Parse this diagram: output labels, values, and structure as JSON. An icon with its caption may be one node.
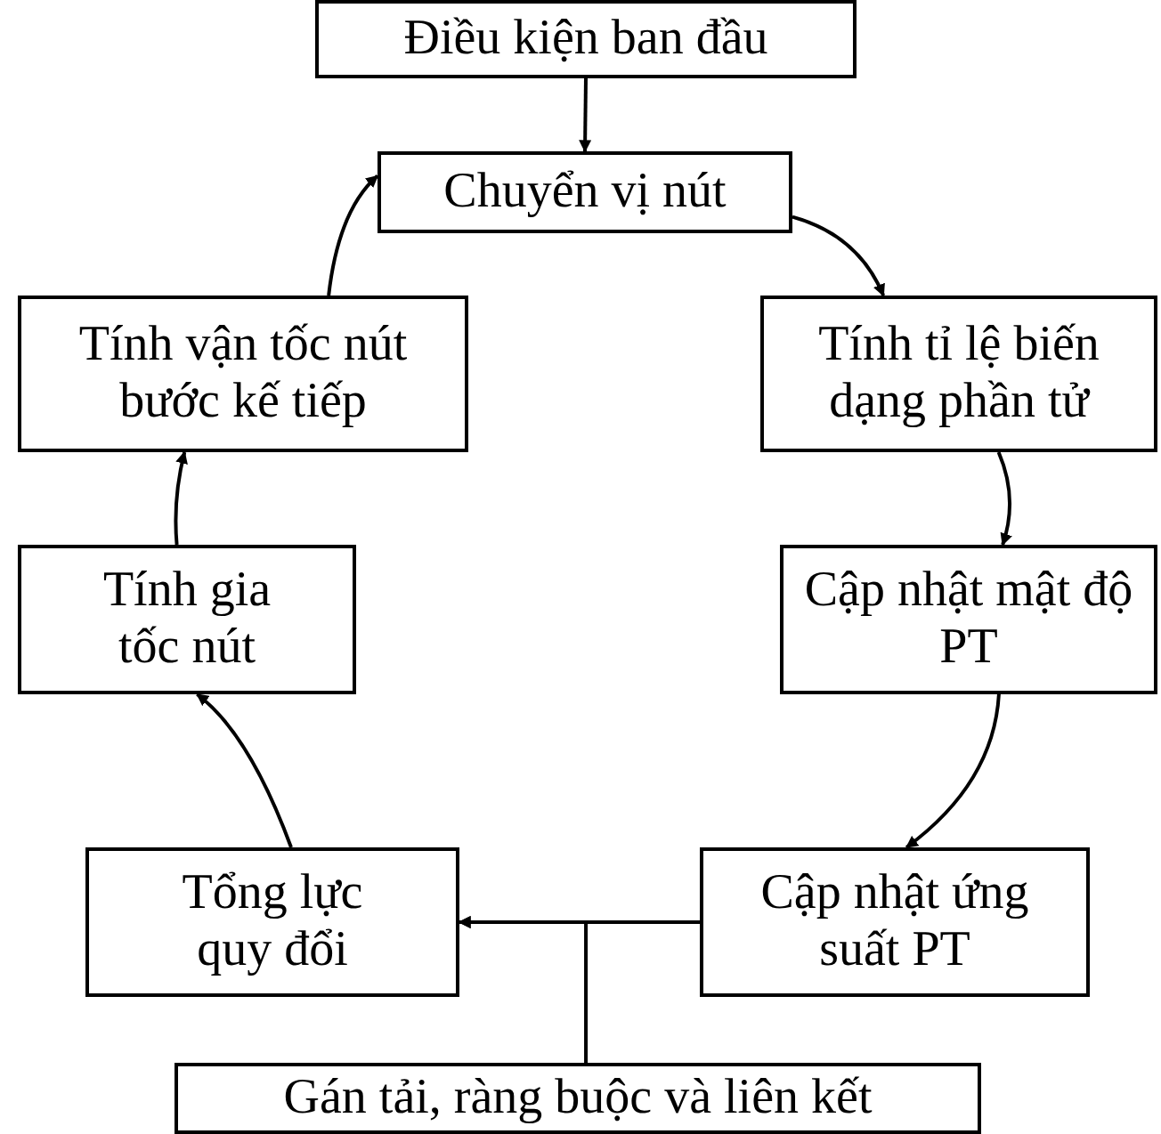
{
  "diagram": {
    "nodes": [
      {
        "text": [
          "Điều kiện ban đầu"
        ]
      },
      {
        "text": [
          "Chuyển vị nút"
        ]
      },
      {
        "text": [
          "Tính tỉ lệ biến dạng phần tử"
        ]
      },
      {
        "text": [
          "Cập nhật mật độ PT"
        ]
      },
      {
        "text": [
          "Cập nhật ứng suất PT"
        ]
      },
      {
        "text": [
          "Tổng lực quy đổi"
        ]
      },
      {
        "text": [
          "Tính gia tốc nút"
        ]
      },
      {
        "text": [
          "Tính vận tốc nút bước kế tiếp"
        ]
      },
      {
        "text": [
          "Gán tải, ràng buộc và liên kết"
        ]
      }
    ],
    "edges": [
      {
        "from": 0,
        "to": 1,
        "arrow": "to"
      },
      {
        "from": 1,
        "to": 2,
        "arrow": "to"
      },
      {
        "from": 2,
        "to": 3,
        "arrow": "to"
      },
      {
        "from": 3,
        "to": 4,
        "arrow": "to"
      },
      {
        "from": 4,
        "to": 5,
        "arrow": "to"
      },
      {
        "from": 8,
        "to": 5,
        "arrow": "to"
      },
      {
        "from": 5,
        "to": 6,
        "arrow": "to"
      },
      {
        "from": 6,
        "to": 7,
        "arrow": "to"
      },
      {
        "from": 7,
        "to": 1,
        "arrow": "to"
      }
    ]
  }
}
